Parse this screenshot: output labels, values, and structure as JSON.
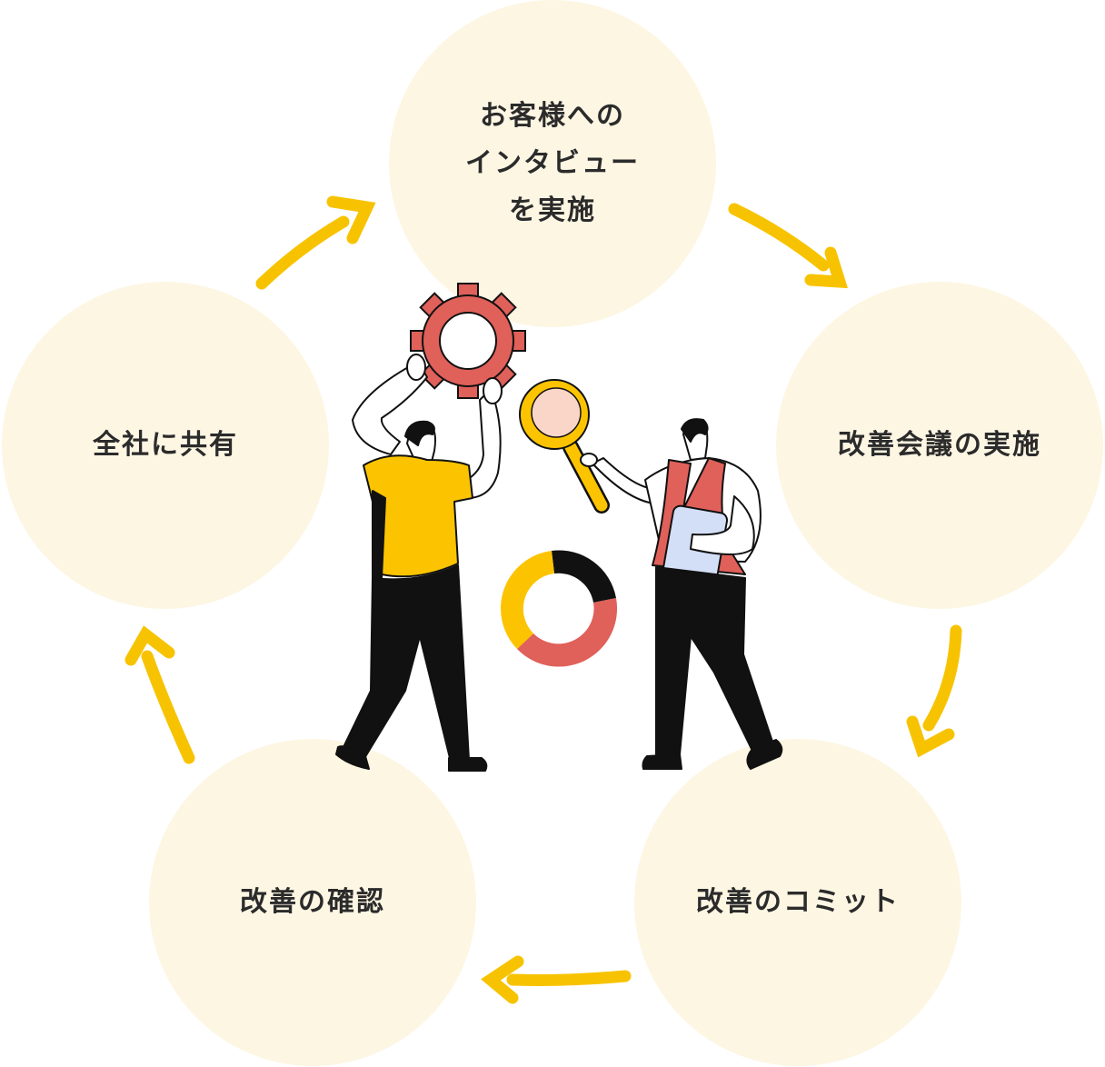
{
  "diagram": {
    "steps": [
      {
        "id": "interview",
        "lines": [
          "お客様への",
          "インタビュー",
          "を実施"
        ]
      },
      {
        "id": "meeting",
        "lines": [
          "改善会議の実施"
        ]
      },
      {
        "id": "commit",
        "lines": [
          "改善のコミット"
        ]
      },
      {
        "id": "confirm",
        "lines": [
          "改善の確認"
        ]
      },
      {
        "id": "share",
        "lines": [
          "全社に共有"
        ]
      }
    ],
    "flow": "clockwise",
    "colors": {
      "circle_fill": "#fdf6e3",
      "arrow": "#f7c300",
      "accent_red": "#e0605a",
      "shirt_yellow": "#fcc400",
      "text": "#2b2b2b"
    },
    "illustration": {
      "description_icons": [
        "gear-icon",
        "magnifier-icon",
        "donut-chart-icon",
        "tablet-icon"
      ]
    }
  }
}
